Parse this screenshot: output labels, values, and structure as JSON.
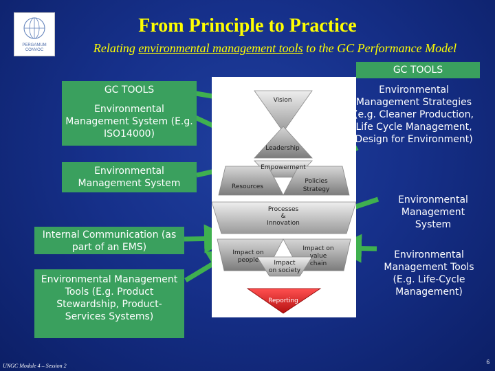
{
  "header": {
    "title": "From Principle to Practice",
    "subtitle_before": "Relating ",
    "subtitle_underlined": "environmental management tools",
    "subtitle_after": " to the GC Performance Model"
  },
  "logo": {
    "line1": "PERGAMUM",
    "line2": "CONVOC"
  },
  "left_boxes": {
    "gc_heading": "GC TOOLS",
    "ems_iso": "Environmental Management System (E.g. ISO14000)",
    "ems": "Environmental Management System",
    "internal_comm": "Internal Communication (as part of an EMS)",
    "env_tools": "Environmental Management Tools (E.g. Product Stewardship, Product-Services Systems)"
  },
  "right_labels": {
    "gc_heading": "GC TOOLS",
    "strategies": "Environmental Management Strategies (e.g. Cleaner Production, Life Cycle Management, Design for Environment)",
    "ems": "Environmental Management System",
    "tools_lca": "Environmental Management Tools (E.g. Life-Cycle Management)"
  },
  "pyramid": {
    "vision": "Vision",
    "leadership": "Leadership",
    "empowerment": "Empowerment",
    "resources": "Resources",
    "policies": "Policies",
    "strategy": "Strategy",
    "processes": "Processes",
    "amp": "&",
    "innovation": "Innovation",
    "impact_people_1": "Impact on",
    "impact_people_2": "people",
    "impact_value_1": "Impact on",
    "impact_value_2": "value",
    "impact_value_3": "chain",
    "impact_society_1": "Impact",
    "impact_society_2": "on society",
    "reporting": "Reporting"
  },
  "footer": {
    "module": "UNGC Module 4 – Session 2",
    "page": "6"
  },
  "colors": {
    "title": "#ffff00",
    "box_green": "#3aa05e",
    "arrow_green": "#3fb04f",
    "reporting_red": "#d8262b"
  }
}
